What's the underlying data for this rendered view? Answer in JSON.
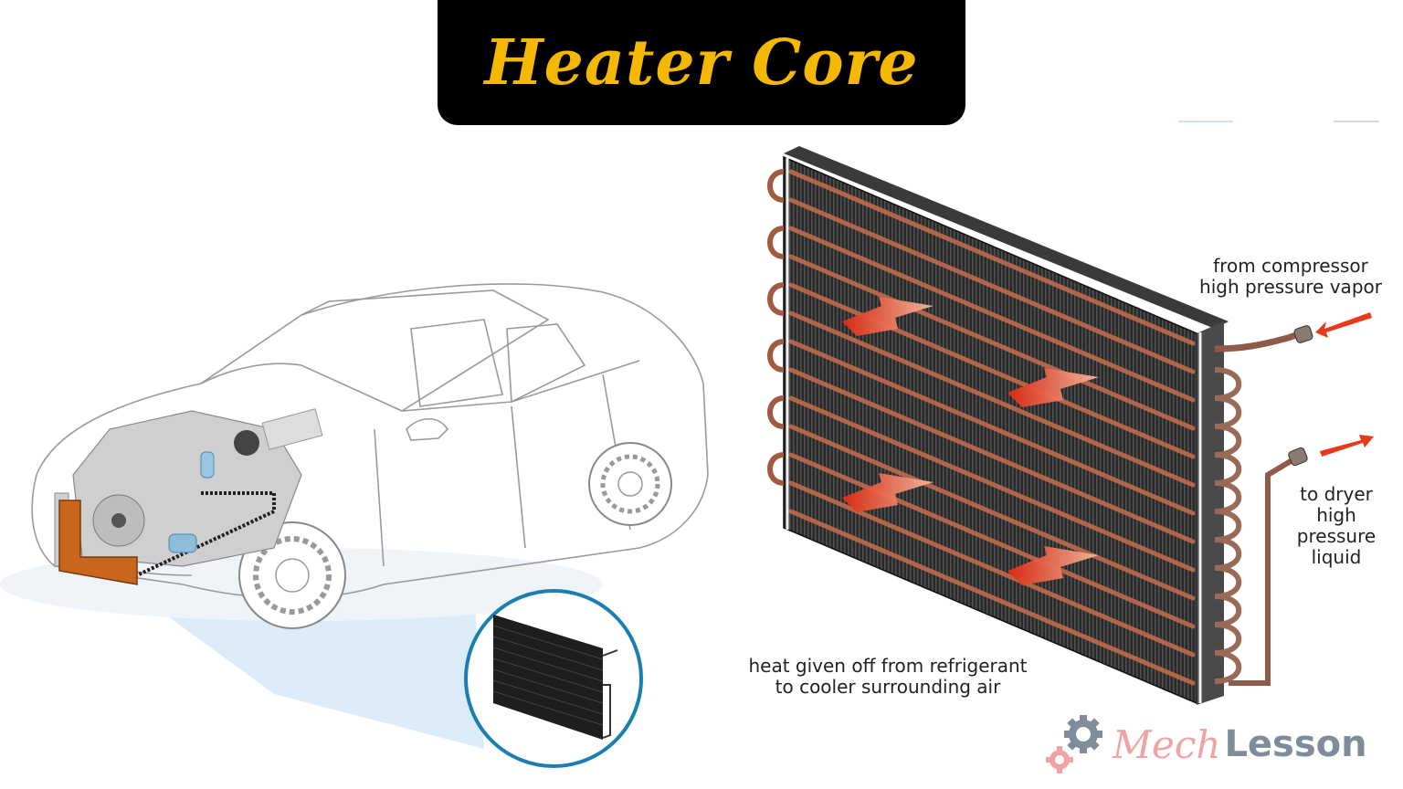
{
  "title": {
    "text": "Heater Core",
    "color": "#f5b800",
    "background": "#000000"
  },
  "car_illustration": {
    "highlight_color": "#c8661e",
    "beam_color": "#bcdcf0",
    "inset_ring_color": "#1a7fb0"
  },
  "condenser": {
    "fin_color": "#2b2b2b",
    "tube_color": "#b8684a",
    "arrow_color": "#e8391a",
    "arrow_count": 4
  },
  "labels": {
    "inlet": {
      "line1": "from compressor",
      "line2": "high pressure vapor"
    },
    "outlet": {
      "line1": "to dryer",
      "line2": "high",
      "line3": "pressure",
      "line4": "liquid"
    },
    "heat": {
      "line1": "heat given off from refrigerant",
      "line2": "to cooler surrounding air"
    }
  },
  "logo": {
    "part1": "Mech",
    "part2": "Lesson",
    "part1_color": "#f0a3a3",
    "part2_color": "#7f8c99",
    "gear_large_color": "#7f8c99",
    "gear_small_color": "#f0a3a3"
  }
}
